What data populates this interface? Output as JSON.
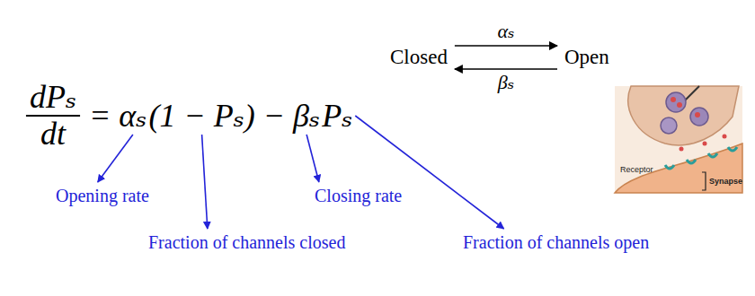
{
  "diagram": {
    "nodes": [
      {
        "text": [
          "Closed"
        ]
      },
      {
        "text": [
          "Open"
        ]
      }
    ],
    "edges": [
      {
        "from": 0,
        "to": 1,
        "arrow": "to",
        "label": "αₛ"
      },
      {
        "from": 1,
        "to": 0,
        "arrow": "to",
        "label": "βₛ"
      }
    ],
    "labels": [
      "dPₛ",
      "dt",
      "=",
      "αₛ",
      "(1 − Pₛ)",
      "−",
      "βₛ",
      "Pₛ",
      "Opening rate",
      "Fraction of channels closed",
      "Closing rate",
      "Fraction of channels open",
      "Receptor",
      "Synapse"
    ]
  }
}
